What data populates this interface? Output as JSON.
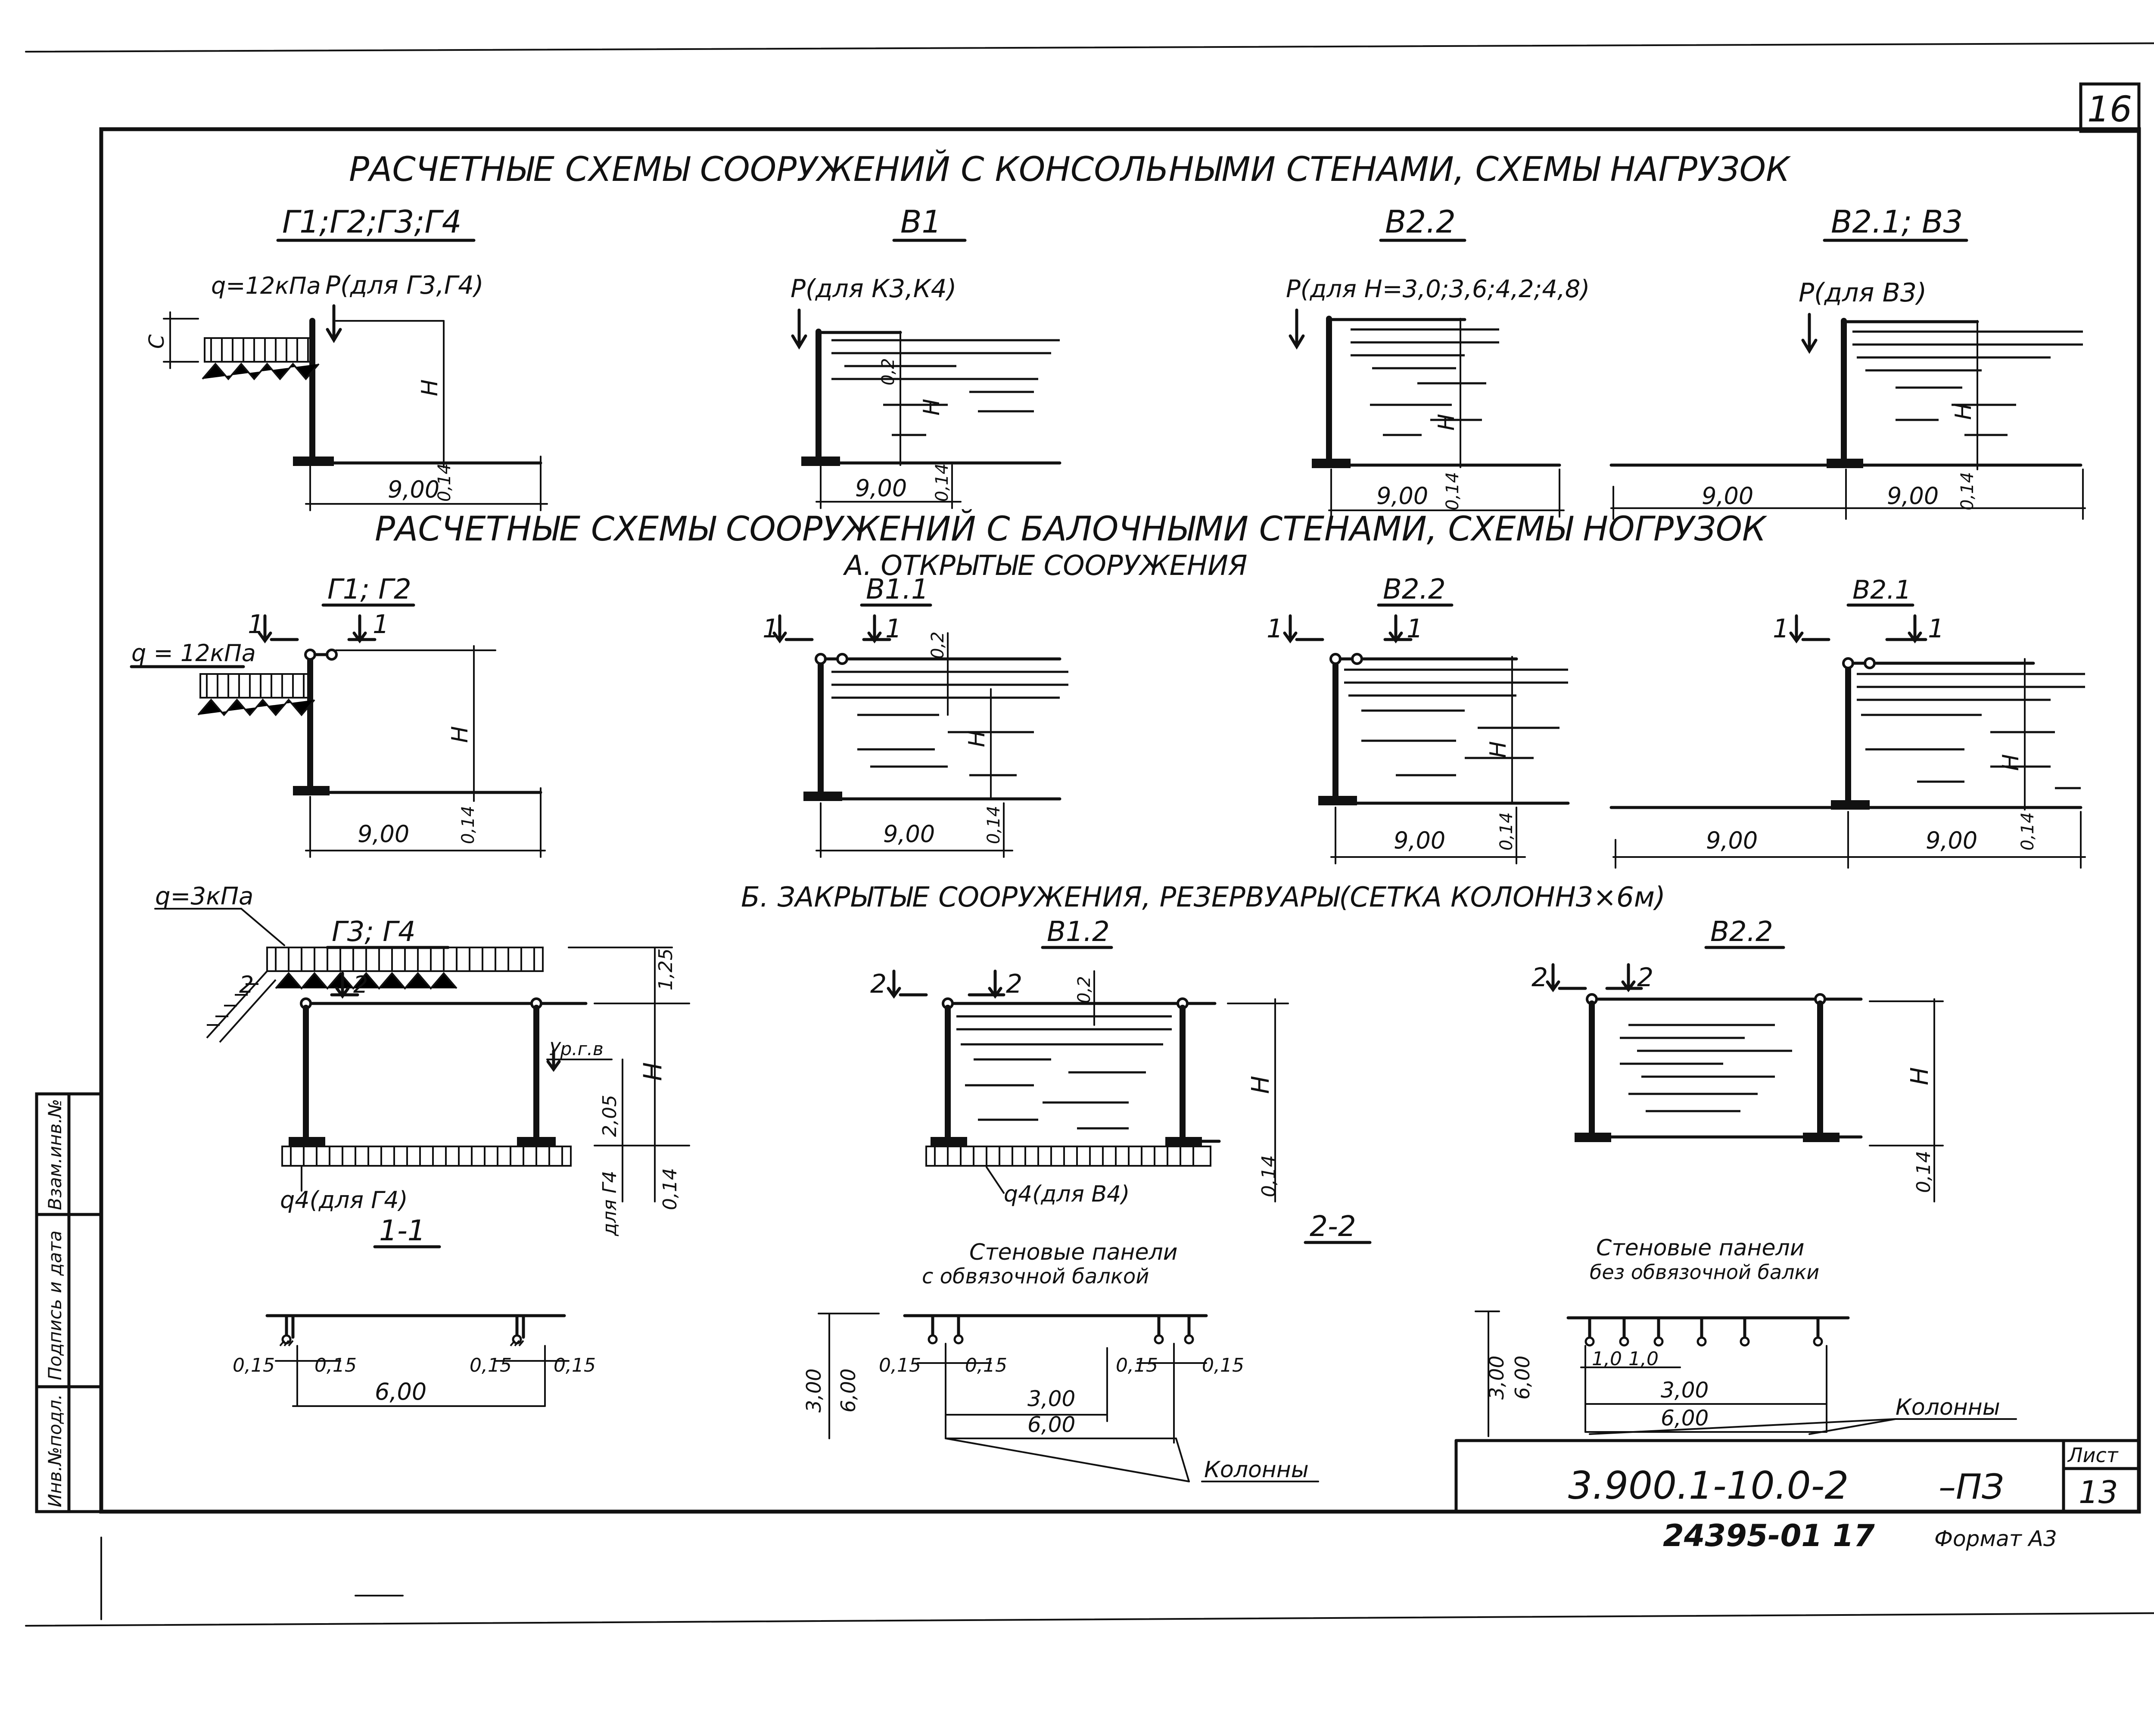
{
  "sheet_corner_number": "16",
  "titles": {
    "cantilever": "РАСЧЕТНЫЕ СХЕМЫ СООРУЖЕНИЙ С КОНСОЛЬНЫМИ СТЕНАМИ, СХЕМЫ НАГРУЗОК",
    "beam": "РАСЧЕТНЫЕ СХЕМЫ СООРУЖЕНИЙ С БАЛОЧНЫМИ СТЕНАМИ, СХЕМЫ НОГРУЗОК",
    "open": "А. ОТКРЫТЫЕ СООРУЖЕНИЯ",
    "closed": "Б. ЗАКРЫТЫЕ СООРУЖЕНИЯ, РЕЗЕРВУАРЫ(СЕТКА КОЛОНН3×6м)"
  },
  "row1": {
    "g": {
      "label": "Г1;Г2;Г3;Г4",
      "q": "q=12кПа",
      "p": "P(для Г3,Г4)",
      "c": "C",
      "h": "H",
      "dim": "9,00",
      "dim2": "0,14"
    },
    "b1": {
      "label": "В1",
      "p": "P(для К3,К4)",
      "d02": "0,2",
      "h": "H",
      "dim": "9,00",
      "dim2": "0,14"
    },
    "b22": {
      "label": "В2.2",
      "p": "P(для H=3,0;3,6;4,2;4,8)",
      "h": "H",
      "dim": "9,00",
      "dim2": "0,14"
    },
    "b21": {
      "label": "В2.1; В3",
      "p": "P(для В3)",
      "h": "H",
      "dim_left": "9,00",
      "dim": "9,00",
      "dim2": "0,14"
    }
  },
  "row2": {
    "g": {
      "label": "Г1; Г2",
      "q": "q = 12кПа",
      "cut1": "1",
      "h": "H",
      "dim": "9,00",
      "dim2": "0,14"
    },
    "b11": {
      "label": "В1.1",
      "cut1": "1",
      "d02": "0,2",
      "h": "H",
      "dim": "9,00",
      "dim2": "0,14"
    },
    "b22": {
      "label": "В2.2",
      "cut1": "1",
      "h": "H",
      "dim": "9,00",
      "dim2": "0,14"
    },
    "b21": {
      "label": "В2.1",
      "cut1": "1",
      "h": "H",
      "dim_left": "9,00",
      "dim": "9,00",
      "dim2": "0,14"
    }
  },
  "row3": {
    "g": {
      "label": "Г3; Г4",
      "q": "q=3кПа",
      "cut2": "2",
      "ugv": "Ур.г.в",
      "d125": "1,25",
      "h": "H",
      "d205": "2,05",
      "d_g4": "для Г4",
      "d014": "0,14",
      "q4": "q4(для Г4)"
    },
    "b12": {
      "label": "В1.2",
      "cut2": "2",
      "d02": "0,2",
      "h": "H",
      "d014": "0,14",
      "q4": "q4(для В4)"
    },
    "b22": {
      "label": "В2.2",
      "cut2": "2",
      "h": "H",
      "d014": "0,14"
    }
  },
  "sections": {
    "s11": {
      "label": "1-1",
      "d015": "0,15",
      "dim": "6,00"
    },
    "s22": {
      "label": "2-2"
    },
    "panels_with": {
      "title1": "Стеновые панели",
      "title2": "с обвязочной балкой",
      "d015": "0,15",
      "d300": "3,00",
      "d600": "6,00",
      "v300": "3,00",
      "v600": "6,00",
      "columns": "Колонны"
    },
    "panels_without": {
      "title1": "Стеновые панели",
      "title2": "без обвязочной балки",
      "d10": "1,0",
      "d300": "3,00",
      "d600": "6,00",
      "v300": "3,00",
      "v600": "6,00",
      "columns": "Колонны"
    }
  },
  "side_stamp": [
    "Инв.№подл.",
    "Подпись и дата",
    "Взам.инв.№"
  ],
  "title_block": {
    "code": "3.900.1-10.0-2",
    "suffix": "–ПЗ",
    "sheet_label": "Лист",
    "sheet_number": "13",
    "below_code": "24395-01  17",
    "format": "Формат А3"
  }
}
